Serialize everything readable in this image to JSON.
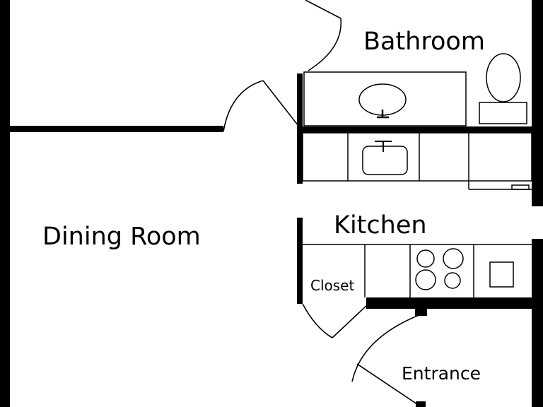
{
  "rooms": {
    "bathroom": "Bathroom",
    "dining_room": "Dining Room",
    "kitchen": "Kitchen",
    "closet": "Closet",
    "entrance": "Entrance"
  },
  "colors": {
    "wall": "#000000",
    "fixture": "#000000",
    "background": "#ffffff"
  }
}
